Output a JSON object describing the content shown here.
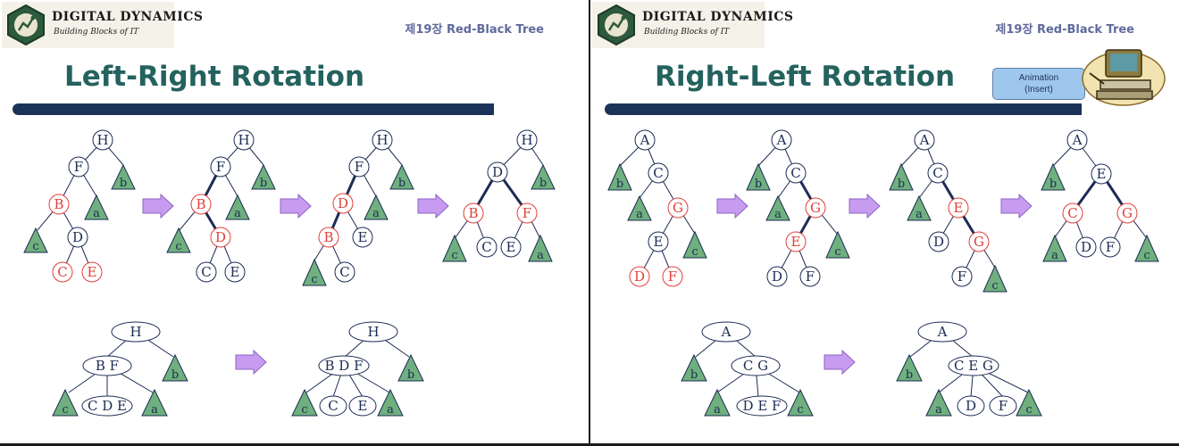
{
  "slides": [
    {
      "logo": {
        "title": "DIGITAL DYNAMICS",
        "tagline": "Building Blocks of IT"
      },
      "chapter": "제19장 Red-Black Tree",
      "title": "Left-Right Rotation",
      "diagram_labels": [
        "H",
        "F",
        "B",
        "D",
        "C",
        "E",
        "a",
        "b",
        "c",
        "BF",
        "CDE",
        "BDF"
      ]
    },
    {
      "logo": {
        "title": "DIGITAL DYNAMICS",
        "tagline": "Building Blocks of IT"
      },
      "chapter": "제19장 Red-Black Tree",
      "title": "Right-Left Rotation",
      "animation_button": {
        "line1": "Animation",
        "line2": "(Insert)"
      },
      "diagram_labels": [
        "A",
        "C",
        "G",
        "E",
        "D",
        "F",
        "a",
        "b",
        "c",
        "CG",
        "DEF",
        "CEG"
      ]
    }
  ],
  "colors": {
    "node_black": "#1b2c55",
    "node_red": "#e0403a",
    "triangle_fill": "#6fb07e",
    "arrow_fill": "#c79cf0",
    "title_teal": "#24625e",
    "rule_navy": "#1b3358"
  }
}
